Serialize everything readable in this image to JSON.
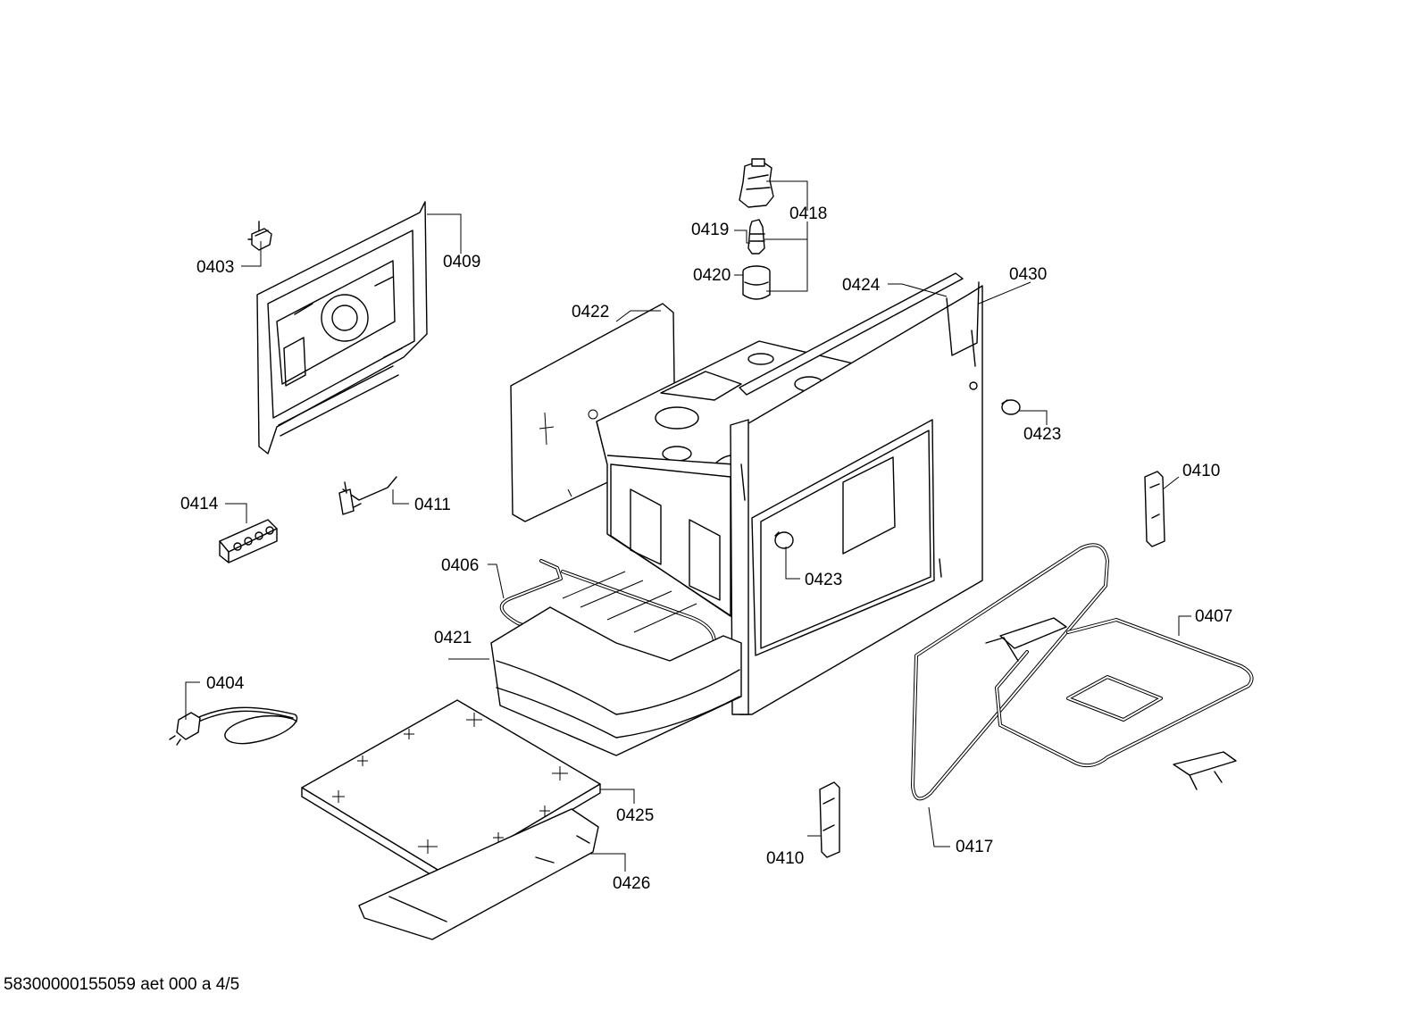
{
  "parts": [
    {
      "id": "p0403",
      "label": "0403"
    },
    {
      "id": "p0409",
      "label": "0409"
    },
    {
      "id": "p0414",
      "label": "0414"
    },
    {
      "id": "p0411",
      "label": "0411"
    },
    {
      "id": "p0406",
      "label": "0406"
    },
    {
      "id": "p0421",
      "label": "0421"
    },
    {
      "id": "p0404",
      "label": "0404"
    },
    {
      "id": "p0425",
      "label": "0425"
    },
    {
      "id": "p0426",
      "label": "0426"
    },
    {
      "id": "p0422",
      "label": "0422"
    },
    {
      "id": "p0418",
      "label": "0418"
    },
    {
      "id": "p0419",
      "label": "0419"
    },
    {
      "id": "p0420",
      "label": "0420"
    },
    {
      "id": "p0424",
      "label": "0424"
    },
    {
      "id": "p0430",
      "label": "0430"
    },
    {
      "id": "p0423a",
      "label": "0423"
    },
    {
      "id": "p0423b",
      "label": "0423"
    },
    {
      "id": "p0410a",
      "label": "0410"
    },
    {
      "id": "p0410b",
      "label": "0410"
    },
    {
      "id": "p0407",
      "label": "0407"
    },
    {
      "id": "p0417",
      "label": "0417"
    }
  ],
  "footer": "58300000155059 aet 000 a 4/5"
}
